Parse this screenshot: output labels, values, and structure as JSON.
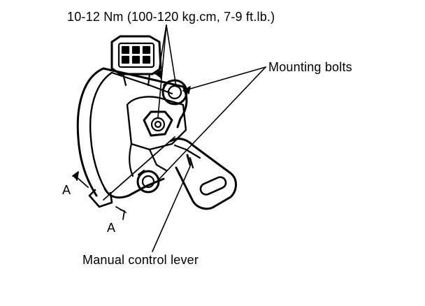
{
  "labels": {
    "torque_spec": "10-12 Nm (100-120 kg.cm, 7-9 ft.lb.)",
    "mounting_bolts": "Mounting bolts",
    "manual_control_lever": "Manual control lever",
    "section_marker_top": "A",
    "section_marker_bottom": "A"
  },
  "colors": {
    "ink": "#000000",
    "paper": "#ffffff"
  }
}
